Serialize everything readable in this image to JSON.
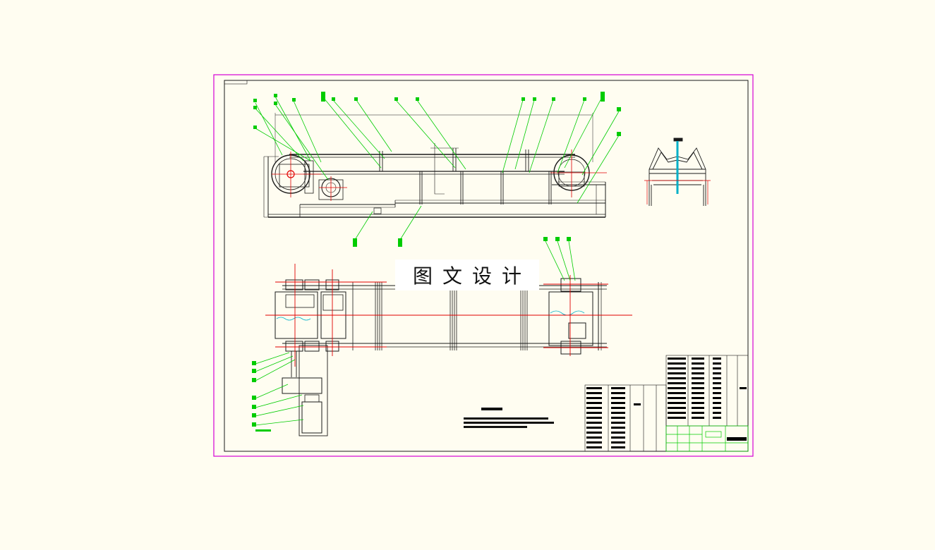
{
  "watermark": {
    "text": "图文设计"
  },
  "colors": {
    "background": "#fffdf1",
    "frame": "#d400d4",
    "line": "#1a1a1a",
    "leader": "#00cc00",
    "center_line": "#e00000",
    "cyan": "#00b0c8",
    "table_fill": "#000000"
  },
  "icons": {
    "drive-pulley": "circle",
    "tail-pulley": "circle",
    "motor": "rectangle",
    "gear-reducer": "rectangle"
  }
}
